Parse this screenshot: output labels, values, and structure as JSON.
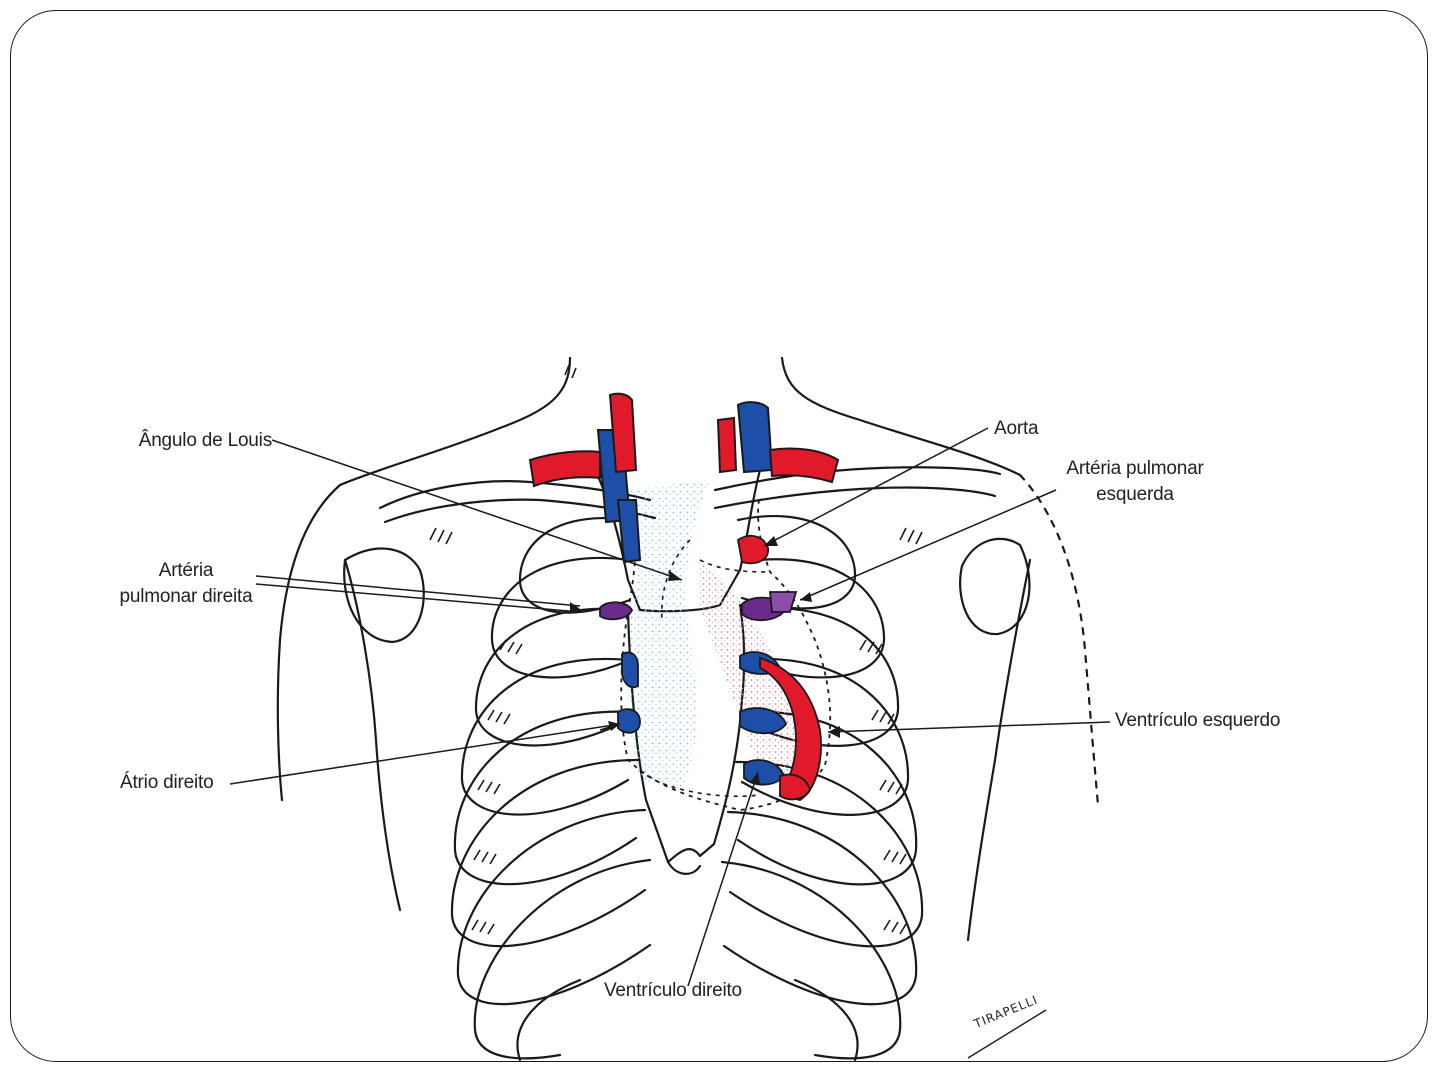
{
  "labels": {
    "angulo_de_louis": "Ângulo de Louis",
    "aorta": "Aorta",
    "arteria_pulmonar_esquerda_line1": "Artéria pulmonar",
    "arteria_pulmonar_esquerda_line2": "esquerda",
    "arteria_pulmonar_direita_line1": "Artéria",
    "arteria_pulmonar_direita_line2": "pulmonar direita",
    "ventriculo_esquerdo": "Ventrículo esquerdo",
    "atrio_direito": "Átrio direito",
    "ventriculo_direito": "Ventrículo direito"
  },
  "signature": "TIRAPELLI",
  "colors": {
    "arterial_red": "#e0192b",
    "venous_blue": "#1d4fa8",
    "pulmonary_purple": "#6a2a8c",
    "outline": "#1a1a1a",
    "stipple_blue": "#7fc3e6",
    "stipple_pink": "#e87aa0"
  }
}
